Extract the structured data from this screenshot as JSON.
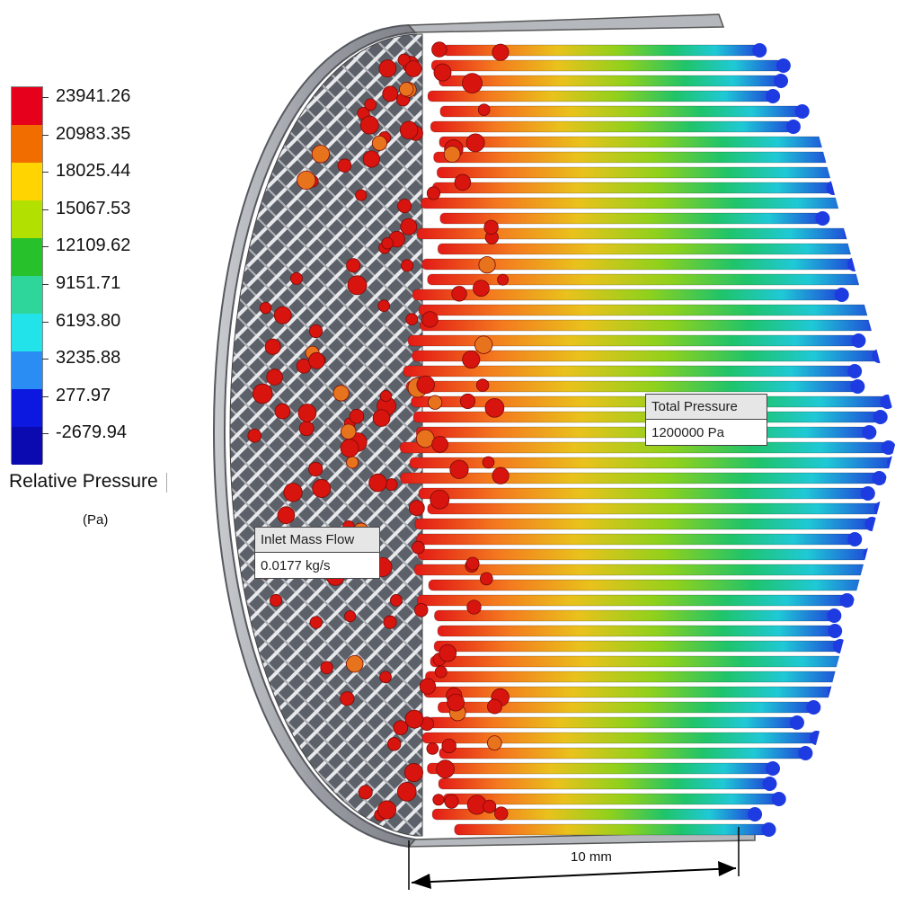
{
  "legend": {
    "title": "Relative Pressure",
    "unit": "(Pa)",
    "ticks": [
      "23941.26",
      "20983.35",
      "18025.44",
      "15067.53",
      "12109.62",
      "9151.71",
      "6193.80",
      "3235.88",
      "277.97",
      "-2679.94"
    ],
    "colors": [
      "#e6001b",
      "#f26d00",
      "#ffd400",
      "#b2e000",
      "#27c22b",
      "#2fd69b",
      "#22e3ea",
      "#2a8df3",
      "#0c17df",
      "#0a0ab0"
    ]
  },
  "callouts": {
    "total_pressure": {
      "label": "Total Pressure",
      "value": "1200000 Pa"
    },
    "inlet_mass_flow": {
      "label": "Inlet Mass Flow",
      "value": "0.0177 kg/s"
    }
  },
  "dimension": {
    "label": "10 mm"
  }
}
